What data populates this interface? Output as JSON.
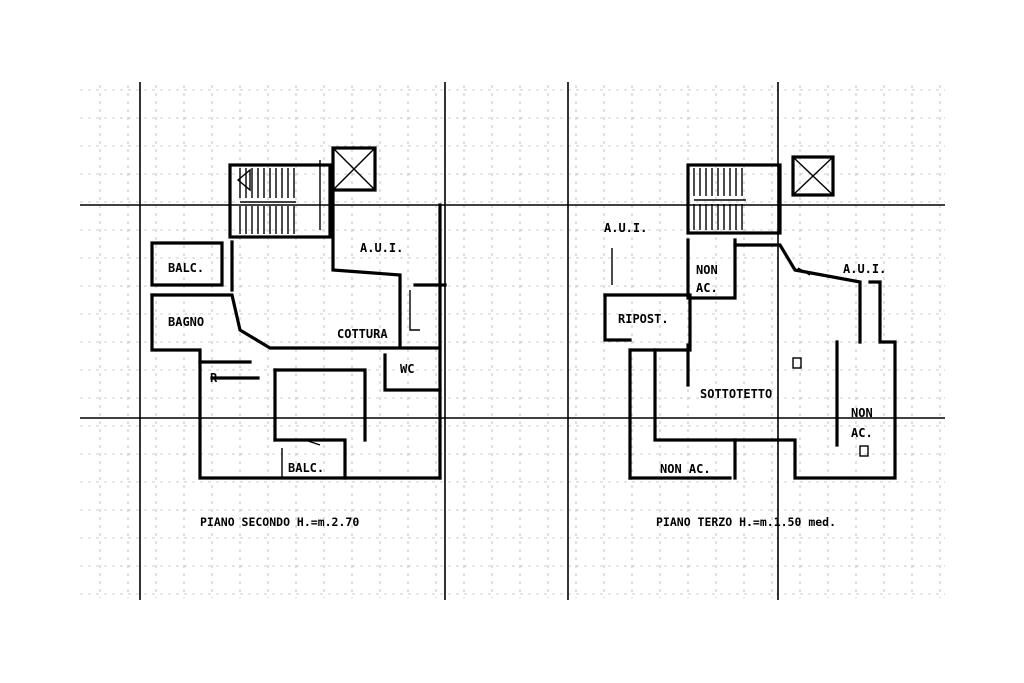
{
  "drawing": {
    "left_plan": {
      "caption": "PIANO SECONDO H.=m.2.70",
      "rooms": {
        "balc_top": "BALC.",
        "bagno": "BAGNO",
        "aui": "A.U.I.",
        "cottura": "COTTURA",
        "wc": "WC",
        "letto": "R",
        "balc_bottom": "BALC."
      }
    },
    "right_plan": {
      "caption": "PIANO TERZO H.=m.1.50 med.",
      "rooms": {
        "aui_left": "A.U.I.",
        "non_ac_top": "NON\nAC.",
        "aui_right": "A.U.I.",
        "ripost": "RIPOST.",
        "sottotetto": "SOTTOTETTO",
        "non_ac_right": "NON\nAC.",
        "non_ac_bottom": "NON AC."
      }
    }
  }
}
